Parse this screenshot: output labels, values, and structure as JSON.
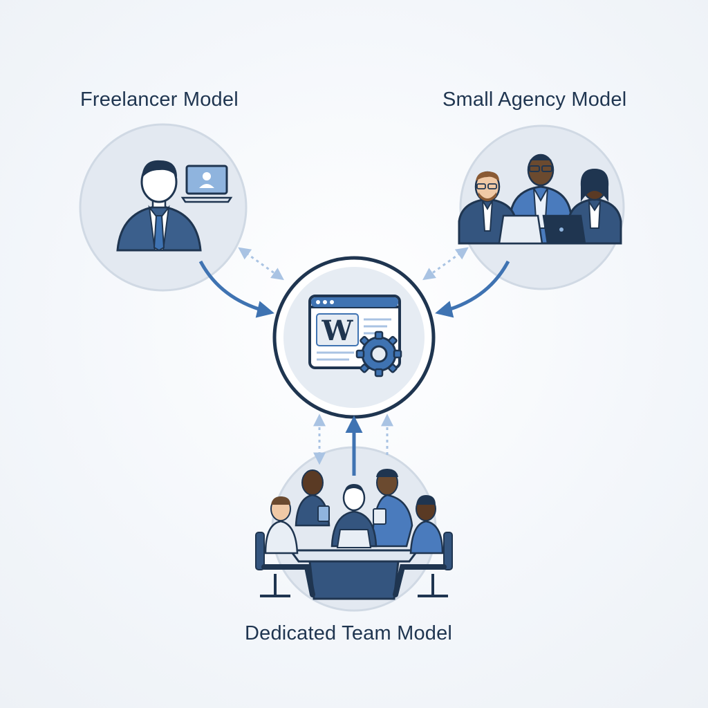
{
  "diagram": {
    "nodes": [
      {
        "id": "freelancer",
        "label": "Freelancer Model",
        "icon": "single-person-with-laptop-icon"
      },
      {
        "id": "agency",
        "label": "Small Agency Model",
        "icon": "three-people-with-laptops-icon"
      },
      {
        "id": "team",
        "label": "Dedicated Team Model",
        "icon": "team-at-conference-table-icon"
      }
    ],
    "center": {
      "id": "wordpress",
      "icon": "wordpress-site-with-gear-icon",
      "glyph": "W"
    },
    "colors": {
      "navy": "#1f3550",
      "blue": "#3f73b2",
      "light_blue": "#a9c3e3",
      "circle_fill": "#e6ecf3",
      "circle_ring": "#d2dbe5"
    }
  }
}
